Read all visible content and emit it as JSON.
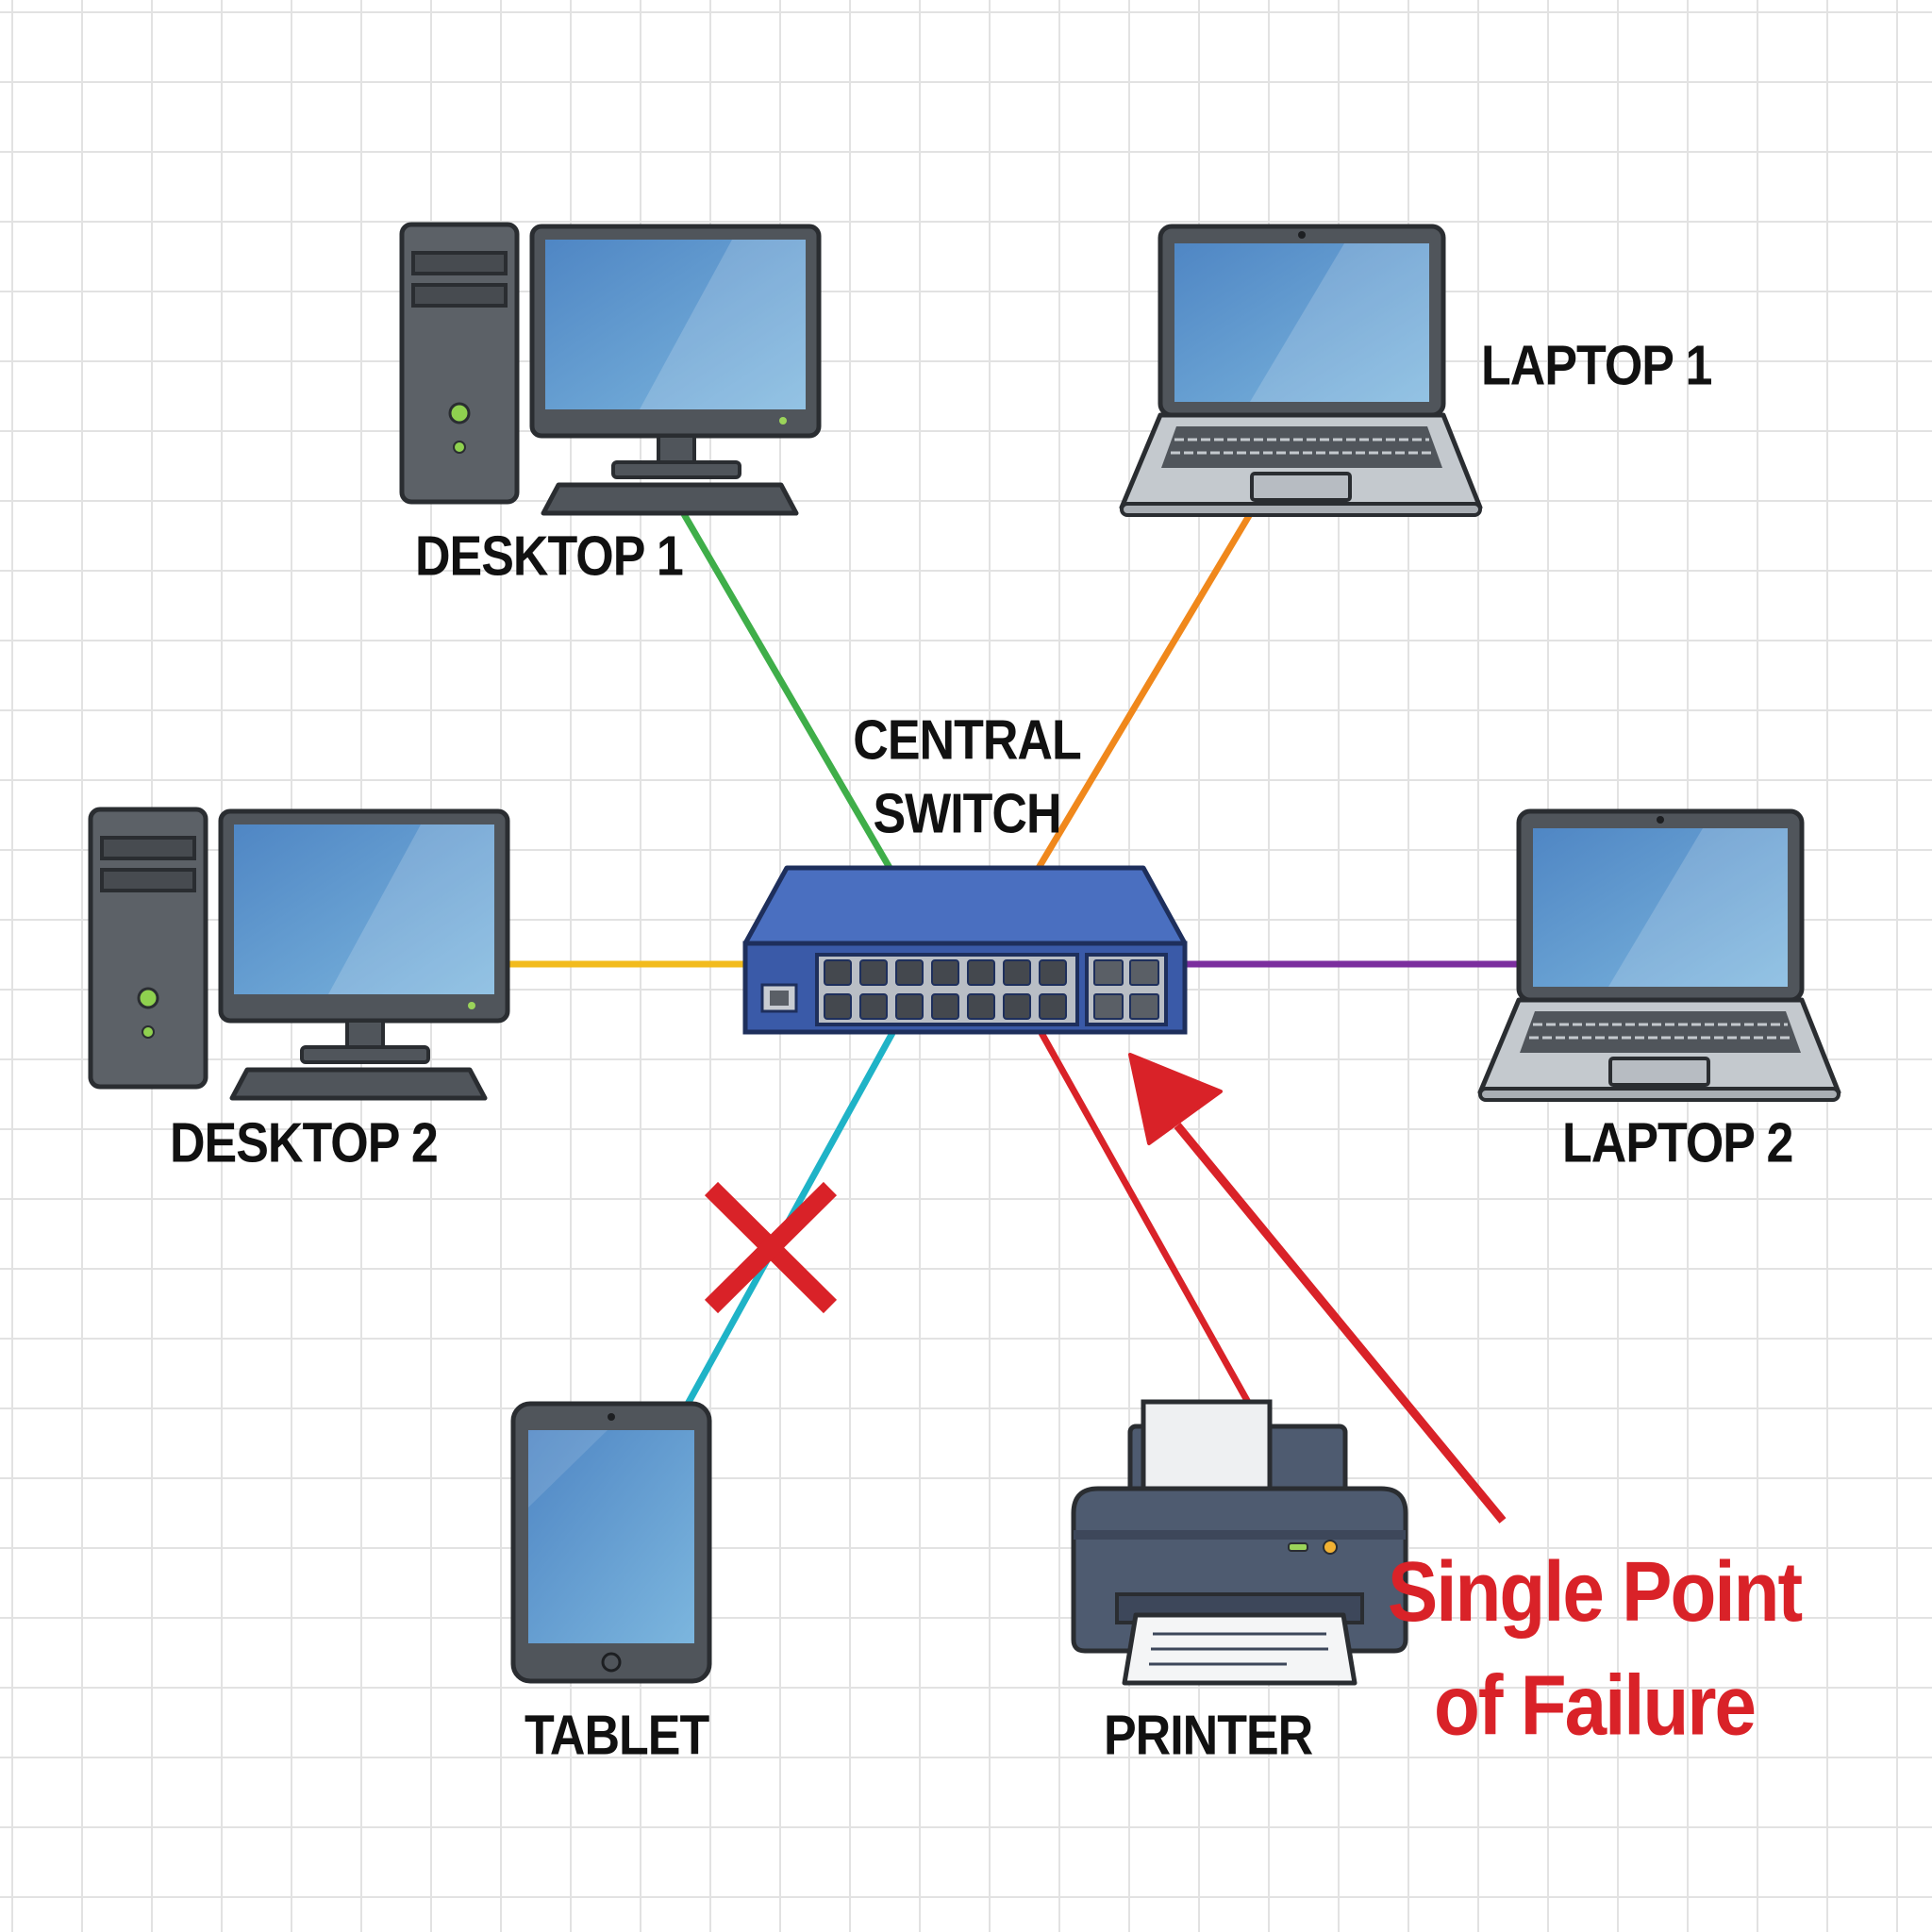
{
  "labels": {
    "desktop1": "DESKTOP 1",
    "desktop2": "DESKTOP 2",
    "laptop1": "LAPTOP 1",
    "laptop2": "LAPTOP 2",
    "tablet": "TABLET",
    "printer": "PRINTER",
    "switch_line1": "CENTRAL",
    "switch_line2": "SWITCH"
  },
  "callout": {
    "line1": "Single Point",
    "line2": "of Failure"
  },
  "links": [
    {
      "from": "desktop-1",
      "to": "central-switch",
      "color": "#3fae49"
    },
    {
      "from": "laptop-1",
      "to": "central-switch",
      "color": "#f0881c"
    },
    {
      "from": "desktop-2",
      "to": "central-switch",
      "color": "#f2bb1d"
    },
    {
      "from": "laptop-2",
      "to": "central-switch",
      "color": "#7b2e9e"
    },
    {
      "from": "tablet",
      "to": "central-switch",
      "color": "#1fb3c7",
      "status": "broken"
    },
    {
      "from": "printer",
      "to": "central-switch",
      "color": "#d92228"
    }
  ],
  "icons": {
    "desktop": "desktop-computer-icon",
    "laptop": "laptop-icon",
    "tablet": "tablet-icon",
    "printer": "printer-icon",
    "switch": "network-switch-icon",
    "broken_link": "red-x-icon",
    "pointer": "red-arrow-icon"
  },
  "colors": {
    "screen": "#5b93c9",
    "device_body": "#5a5f66",
    "switch_body": "#3f63b3",
    "alert": "#d92228"
  }
}
